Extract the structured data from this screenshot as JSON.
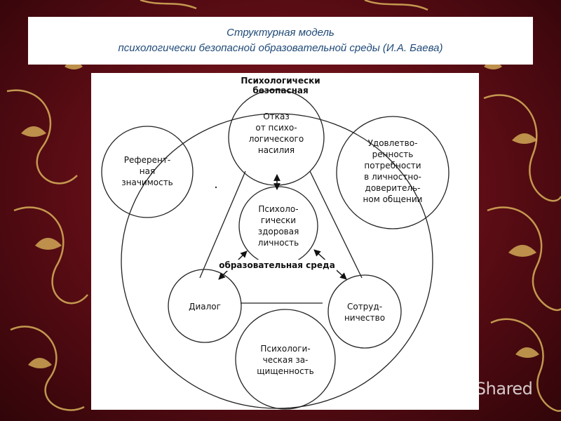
{
  "title": {
    "line1": "Структурная модель",
    "line2": "психологически безопасной образовательной среды (И.А. Баева)"
  },
  "diagram": {
    "outer_label": [
      "Психологически",
      "безопасная"
    ],
    "inner_label": "образовательная среда",
    "nodes": {
      "refusal_violence": [
        "Отказ",
        "от психо-",
        "логического",
        "насилия"
      ],
      "referent_significance": [
        "Референт-",
        "ная",
        "значимость"
      ],
      "satisfaction_needs": [
        "Удовлетво-",
        "ренность",
        "потребности",
        "в личностно-",
        "доверитель-",
        "ном общении"
      ],
      "healthy_personality": [
        "Психоло-",
        "гически",
        "здоровая",
        "личность"
      ],
      "dialogue": [
        "Диалог"
      ],
      "cooperation": [
        "Сотруд-",
        "ничество"
      ],
      "protection": [
        "Психологи-",
        "ческая за-",
        "щищенность"
      ]
    }
  },
  "watermark": {
    "text": "MyShared"
  },
  "colors": {
    "title_text": "#1f4a78",
    "background_red": "#6a0f18",
    "ornament_gold": "#d8b25a"
  }
}
